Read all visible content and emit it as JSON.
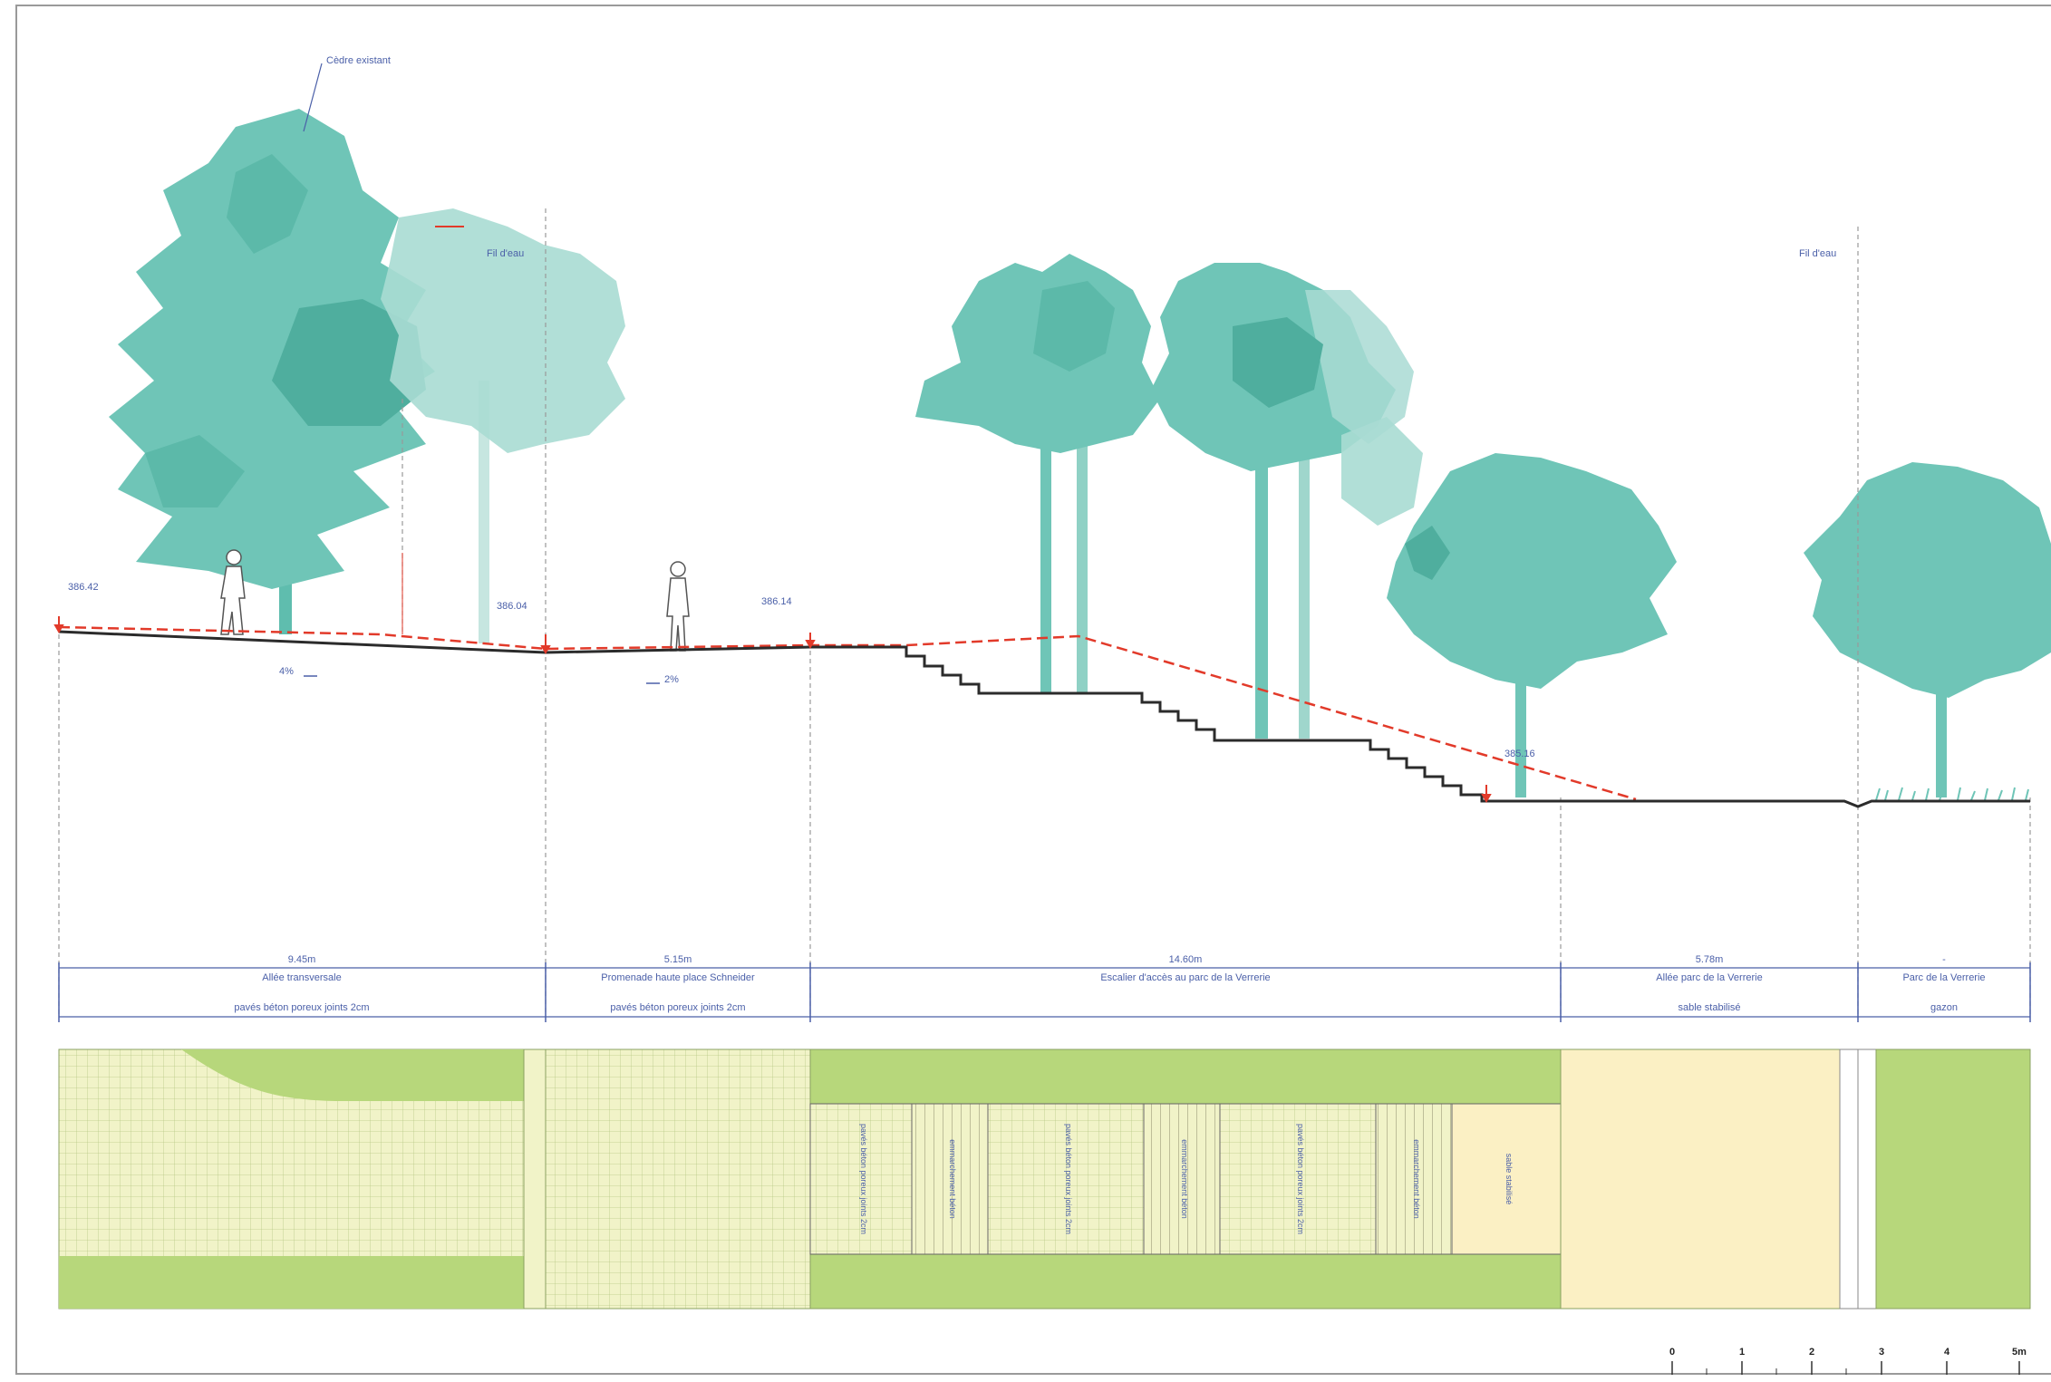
{
  "colors": {
    "tree_main": "#6fc5b7",
    "tree_dark": "#4db3a3",
    "tree_light": "#a9dbd3",
    "profile": "#2b2b2b",
    "red_dash": "#e23a2a",
    "dim_blue": "#4a5fa8",
    "paving": "#f1f3c8",
    "grass": "#b7d77b",
    "sand": "#fbf0c4",
    "grid": "#b8c986"
  },
  "labels": {
    "cedar": "Cèdre existant",
    "fil_eau_1": "Fil d'eau",
    "fil_eau_2": "Fil d'eau"
  },
  "elevations": {
    "e1": "386.42",
    "e2": "386.04",
    "e3": "386.14",
    "e4": "385.16"
  },
  "slopes": {
    "s1": "4%",
    "s2": "2%"
  },
  "sections": [
    {
      "dim": "9.45m",
      "name": "Allée transversale",
      "material": "pavés béton poreux joints 2cm"
    },
    {
      "dim": "5.15m",
      "name": "Promenade haute place Schneider",
      "material": "pavés béton poreux joints 2cm"
    },
    {
      "dim": "14.60m",
      "name": "Escalier d'accès au parc de la Verrerie",
      "material": ""
    },
    {
      "dim": "5.78m",
      "name": "Allée parc de la Verrerie",
      "material": "sable stabilisé"
    },
    {
      "dim": "-",
      "name": "Parc de la Verrerie",
      "material": "gazon"
    }
  ],
  "plan_labels": {
    "p1": "pavés béton poreux joints 2cm",
    "p2": "emmarchement béton",
    "p3": "pavés béton poreux joints 2cm",
    "p4": "emmarchement béton",
    "p5": "pavés béton poreux joints 2cm",
    "p6": "emmarchement béton",
    "p7": "sable stabilisé"
  },
  "scale": {
    "ticks": [
      "0",
      "1",
      "2",
      "3",
      "4",
      "5m"
    ]
  }
}
